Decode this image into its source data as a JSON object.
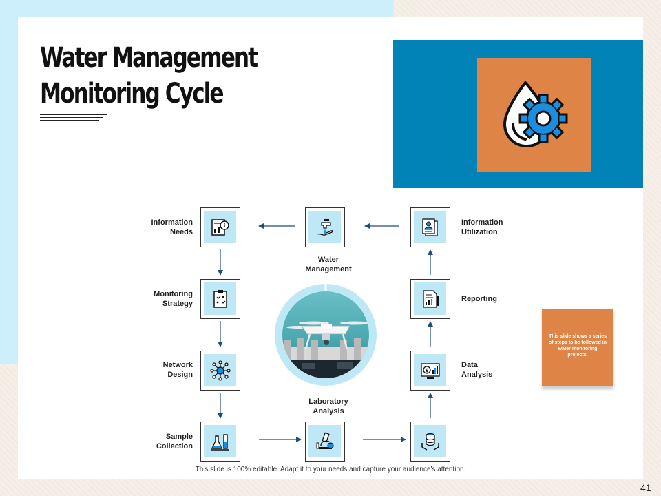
{
  "slide": {
    "title_line1": "Water Management",
    "title_line2": "Monitoring Cycle",
    "note": "This slide shows a series of steps to be followed in water monitoring projects.",
    "footer": "This slide is 100% editable.  Adapt it to your needs and capture your audience's attention.",
    "page_number": "41"
  },
  "cycle": {
    "center_top_label": "Water Management",
    "center_bottom_label": "Laboratory Analysis",
    "steps": [
      {
        "label": "Information Needs",
        "icon": "report-info-icon"
      },
      {
        "label": "Monitoring Strategy",
        "icon": "clipboard-icon"
      },
      {
        "label": "Network Design",
        "icon": "network-icon"
      },
      {
        "label": "Sample Collection",
        "icon": "lab-flask-icon"
      },
      {
        "label": "Data Analysis",
        "icon": "data-analysis-icon"
      },
      {
        "label": "Reporting",
        "icon": "report-document-icon"
      },
      {
        "label": "Information Utilization",
        "icon": "profile-document-icon"
      }
    ]
  },
  "colors": {
    "accent_orange": "#de8447",
    "accent_blue": "#0283b7",
    "light_blue": "#cdeffb",
    "icon_tile": "#bfe8f6",
    "arrow": "#1f4e79"
  }
}
